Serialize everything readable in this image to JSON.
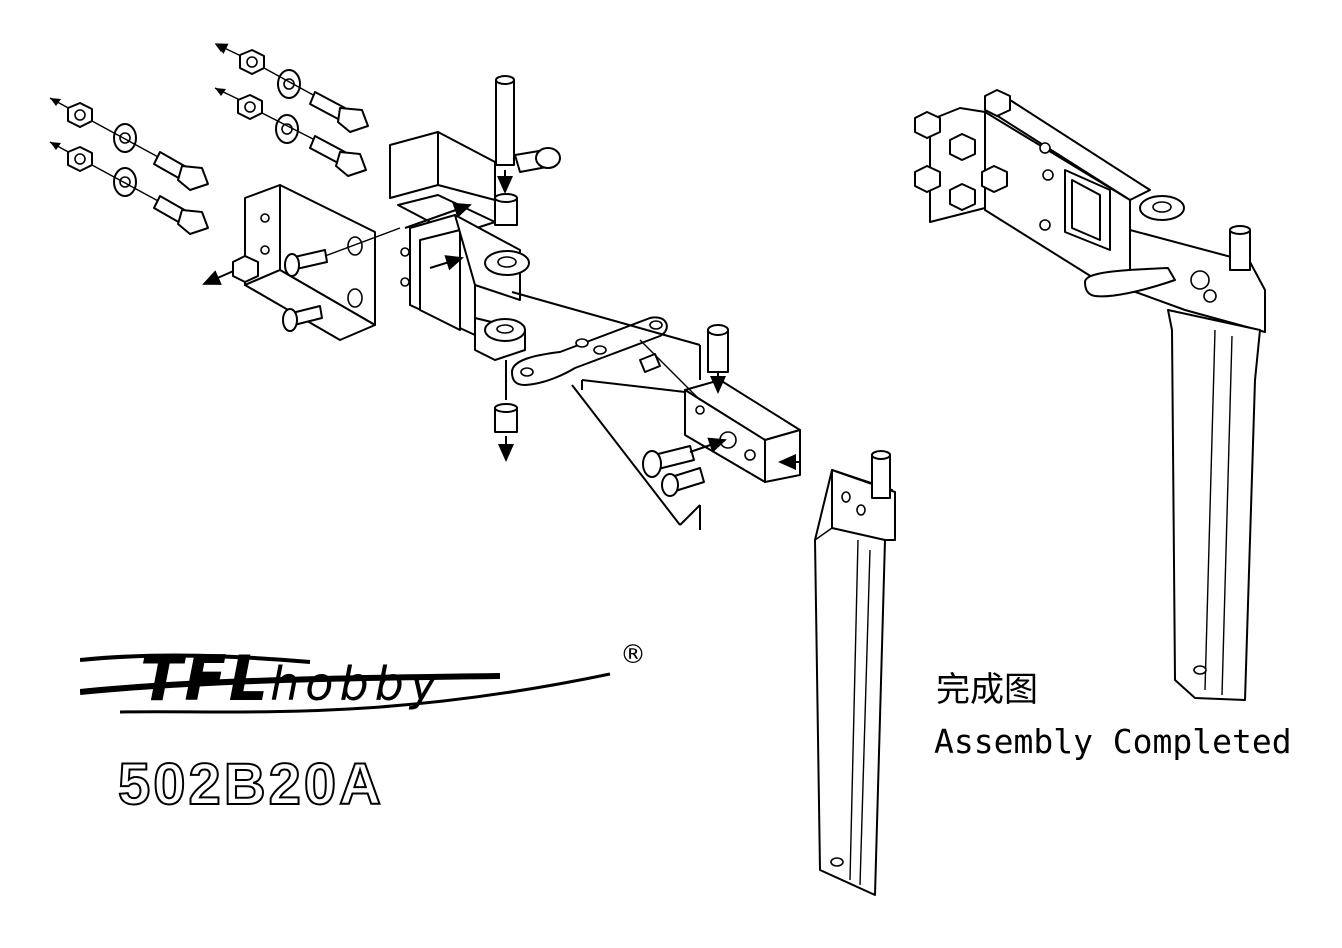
{
  "logo": {
    "brand": "TFL",
    "brand_sub": "hobby",
    "registered_mark": "®"
  },
  "model_number": "502B20A",
  "caption": {
    "chinese": "完成图",
    "english": "Assembly Completed"
  },
  "icons": [
    "nut-icon",
    "washer-icon",
    "hex-bolt-icon",
    "arrow-icon",
    "rudder-blade-icon"
  ],
  "colors": {
    "ink": "#000000",
    "paper": "#ffffff"
  }
}
